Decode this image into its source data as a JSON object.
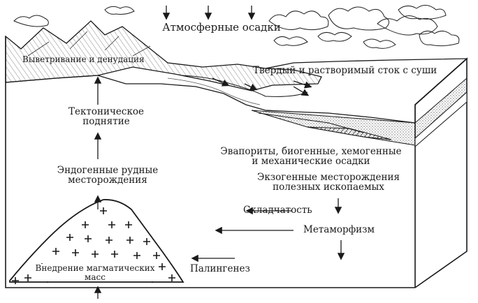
{
  "labels": {
    "precipitation": "Атмосферные осадки",
    "weathering": "Выветривание и денудация",
    "runoff": "Твердый и растворимый сток с суши",
    "tectonic_uplift": "Тектоническое\nподнятие",
    "sediments": "Эвапориты, биогенные, хемогенные\nи механические осадки",
    "endogenous_deposits": "Эндогенные рудные\nместорождения",
    "exogenous_deposits": "Экзогенные месторождения\nполезных ископаемых",
    "folding": "Складчатость",
    "metamorphism": "Метаморфизм",
    "magma_intrusion": "Внедрение магматических\nмасс",
    "palingenesis": "Палингенез"
  },
  "colors": {
    "ink": "#1a1a1a",
    "paper": "#ffffff",
    "stipple": "#333333"
  },
  "icons": {
    "arrow": "arrow-icon",
    "cloud": "cloud-icon",
    "plus": "plus-icon"
  }
}
